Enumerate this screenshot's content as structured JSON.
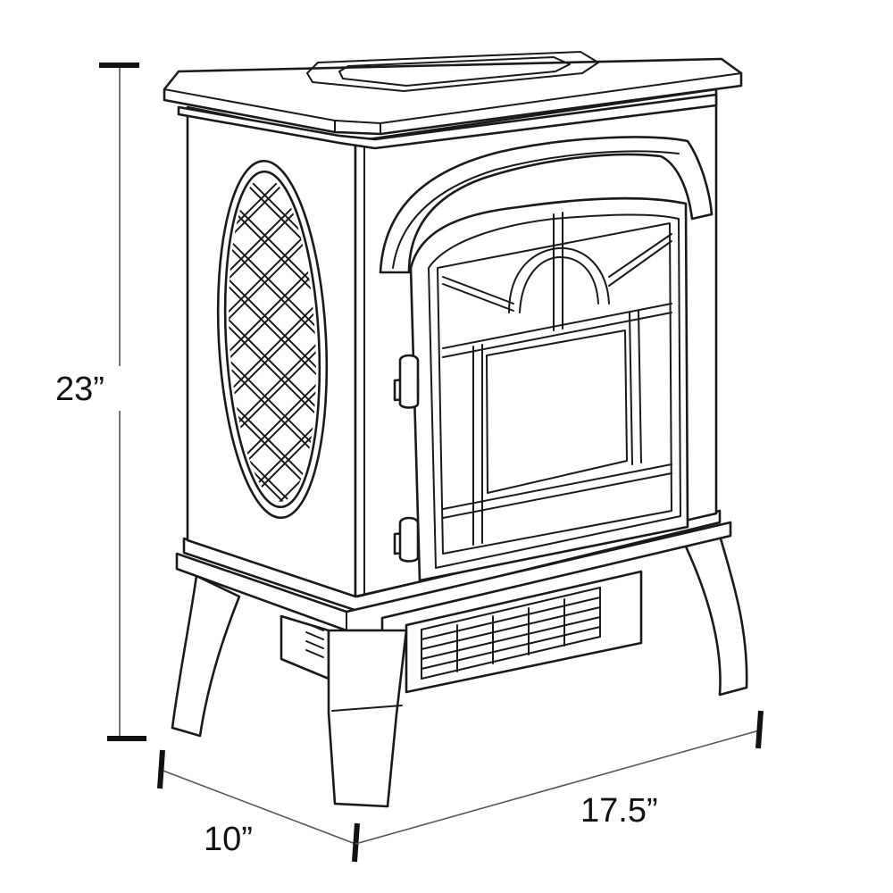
{
  "dimensions": {
    "height": "23”",
    "depth": "10”",
    "width": "17.5”"
  }
}
